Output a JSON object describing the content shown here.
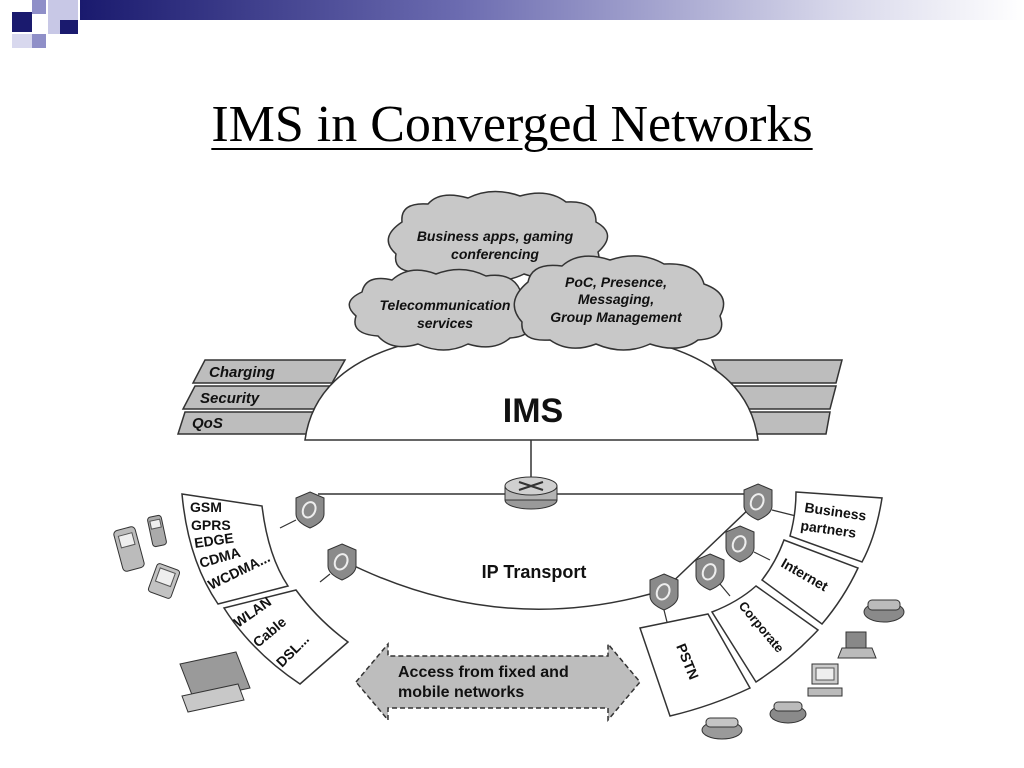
{
  "slide": {
    "title": "IMS in Converged Networks"
  },
  "diagram": {
    "clouds": {
      "business_line1": "Business apps, gaming",
      "business_line2": "conferencing",
      "poc_line1": "PoC, Presence,",
      "poc_line2": "Messaging,",
      "poc_line3": "Group Management",
      "telecom_line1": "Telecommunication",
      "telecom_line2": "services"
    },
    "bars": {
      "charging": "Charging",
      "security": "Security",
      "qos": "QoS"
    },
    "ims_label": "IMS",
    "transport_label": "IP Transport",
    "access_left_mobile": [
      "GSM",
      "GPRS",
      "EDGE",
      "CDMA",
      "WCDMA..."
    ],
    "access_left_fixed": [
      "WLAN",
      "Cable",
      "DSL..."
    ],
    "access_right": {
      "business_line1": "Business",
      "business_line2": "partners",
      "internet": "Internet",
      "corporate": "Corporate",
      "pstn": "PSTN"
    },
    "arrow_line1": "Access from fixed and",
    "arrow_line2": "mobile networks"
  },
  "colors": {
    "cloud_fill": "#c8c8c8",
    "bar_fill": "#bdbdbd",
    "shield_fill": "#8a8a8a",
    "deco_navy": "#1a1a6e"
  }
}
